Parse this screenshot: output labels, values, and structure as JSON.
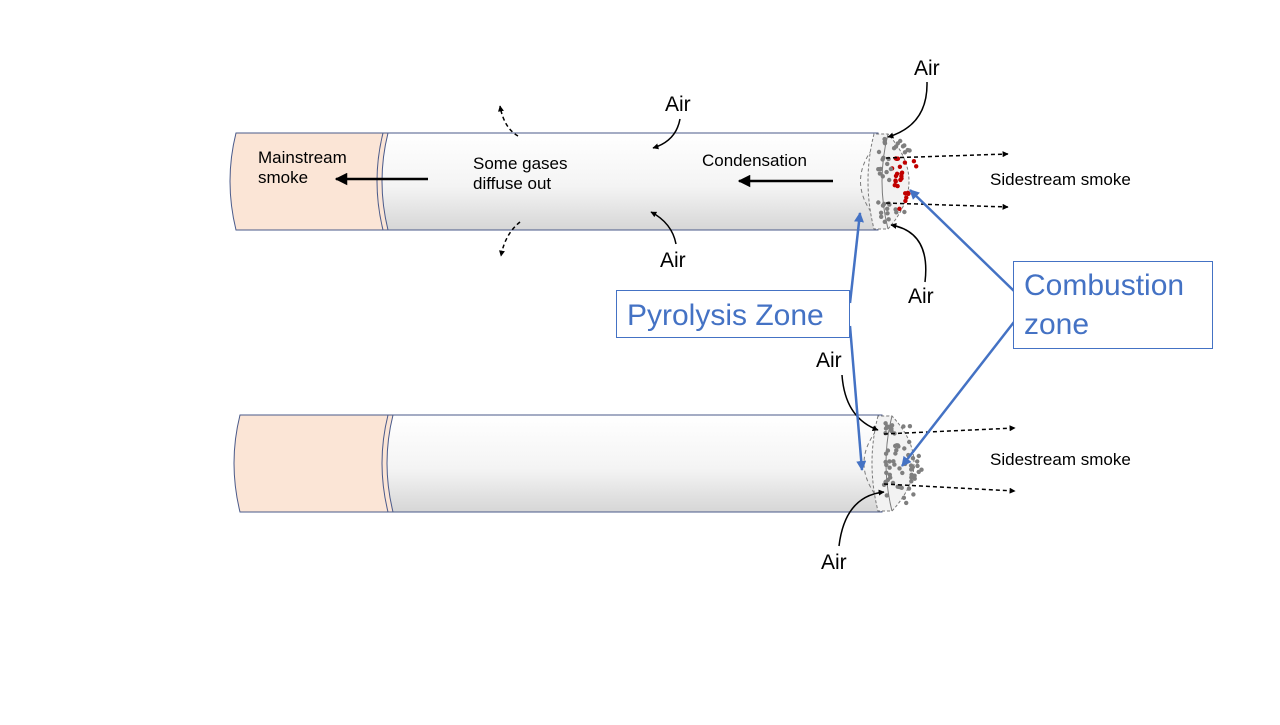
{
  "labels": {
    "mainstream_smoke": "Mainstream smoke",
    "some_gases": "Some gases diffuse out",
    "condensation": "Condensation",
    "sidestream_top": "Sidestream smoke",
    "sidestream_bottom": "Sidestream smoke",
    "air": "Air"
  },
  "callouts": {
    "pyrolysis": "Pyrolysis Zone",
    "combustion": "Combustion zone"
  },
  "colors": {
    "filter": "#fbe5d6",
    "outline": "#4a5a8a",
    "accent": "#4472c4",
    "hot_particle": "#c00000",
    "ash_particle": "#7f7f7f"
  }
}
